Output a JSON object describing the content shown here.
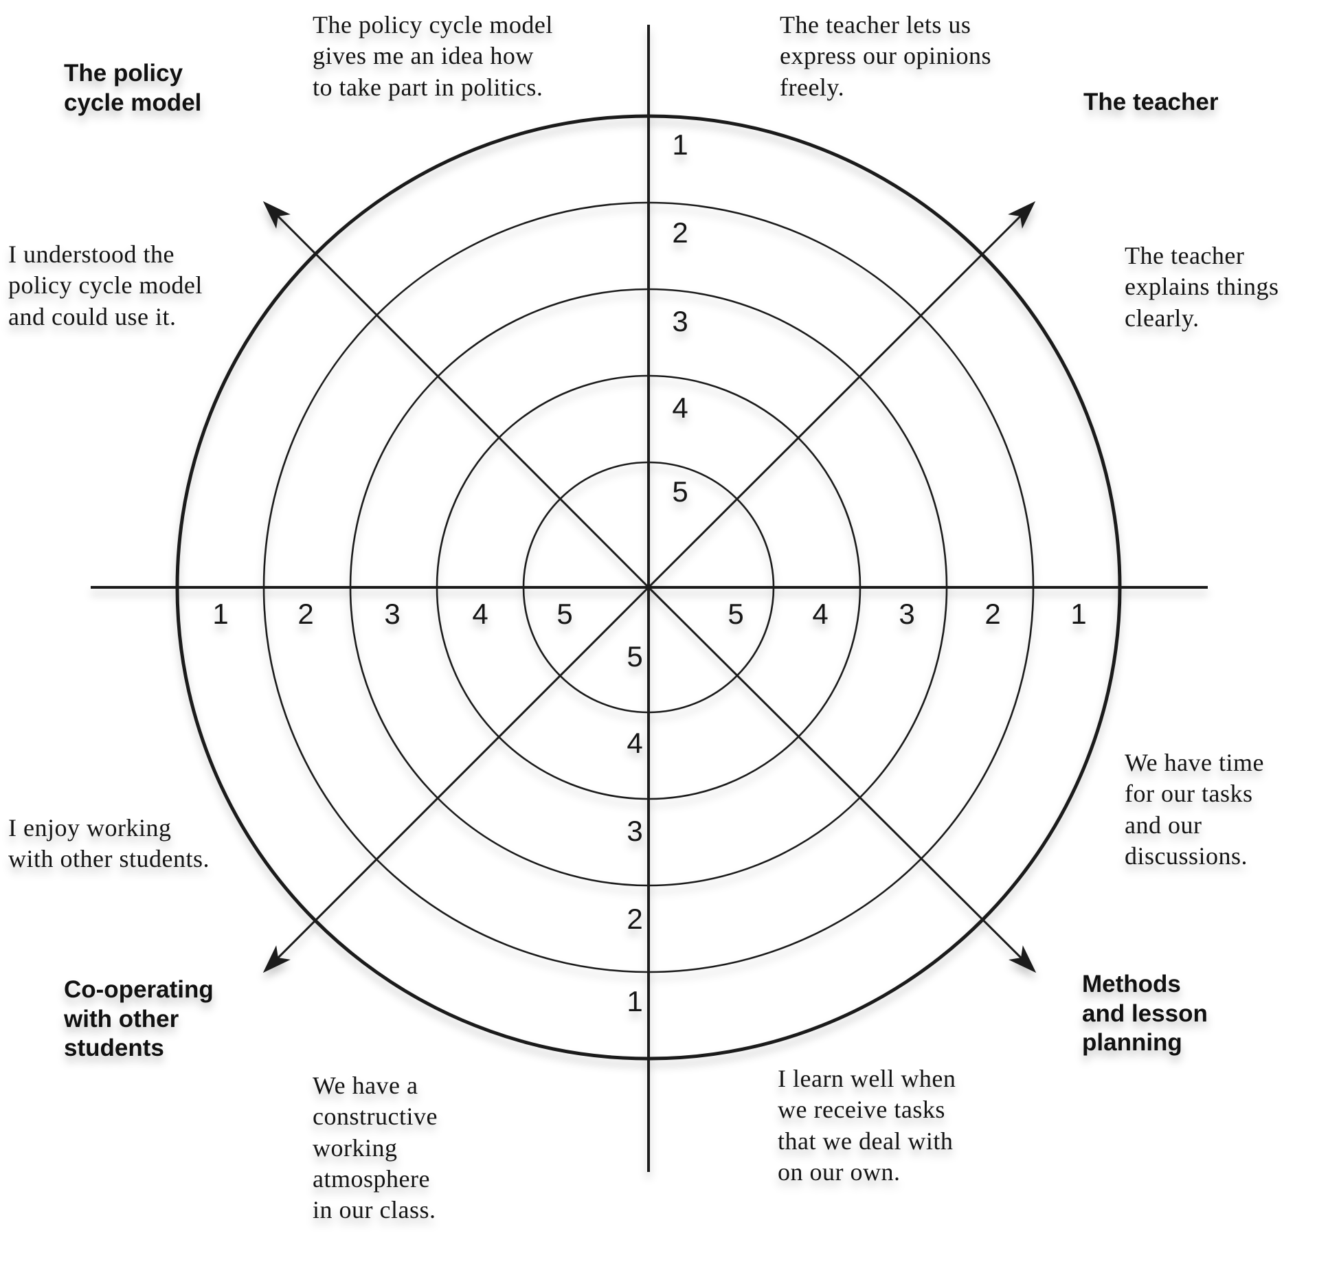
{
  "colors": {
    "ink": "#161616",
    "background": "#ffffff"
  },
  "labels": {
    "policy_title": "The policy\ncycle model",
    "policy_statement_top": "The policy cycle model\ngives me an idea how\nto take part in politics.",
    "policy_statement_left": "I understood the\npolicy cycle model\nand could use it.",
    "teacher_title": "The teacher",
    "teacher_statement_top": "The teacher lets us\nexpress our opinions\nfreely.",
    "teacher_statement_right": "The teacher\nexplains things\nclearly.",
    "methods_title": "Methods\nand lesson\nplanning",
    "methods_statement_right": "We have time\nfor our tasks\nand our\ndiscussions.",
    "methods_statement_bottom": "I learn well when\nwe receive tasks\nthat we deal with\non our own.",
    "coop_title": "Co-operating\nwith other\nstudents",
    "coop_statement_left": "I enjoy working\nwith other students.",
    "coop_statement_bottom": "We have a\nconstructive\nworking\natmosphere\nin our class."
  },
  "scale": {
    "top": [
      "1",
      "2",
      "3",
      "4",
      "5"
    ],
    "bottom": [
      "5",
      "4",
      "3",
      "2",
      "1"
    ],
    "left": [
      "1",
      "2",
      "3",
      "4",
      "5"
    ],
    "right": [
      "5",
      "4",
      "3",
      "2",
      "1"
    ]
  }
}
